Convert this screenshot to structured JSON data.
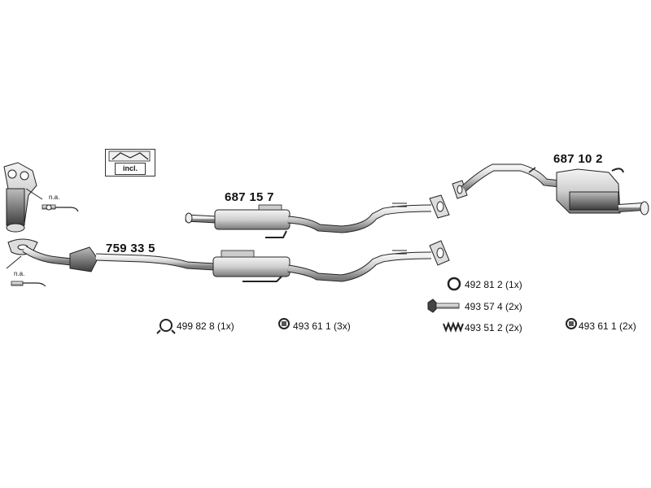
{
  "parts": {
    "front_muffler": "687 15 7",
    "catalytic_pipe": "759 33 5",
    "rear_silencer": "687 10 2"
  },
  "notes": {
    "incl": "incl.",
    "na_top": "n.a.",
    "na_bottom": "n.a."
  },
  "accessories": [
    {
      "icon": "clamp-icon",
      "text": "499 82 8 (1x)"
    },
    {
      "icon": "rubber-mount-icon",
      "text": "493 61 1 (3x)"
    },
    {
      "icon": "gasket-ring-icon",
      "text": "492 81 2 (1x)"
    },
    {
      "icon": "bolt-icon",
      "text": "493 57 4 (2x)"
    },
    {
      "icon": "spring-icon",
      "text": "493 51 2 (2x)"
    },
    {
      "icon": "rubber-mount-icon",
      "text": "493 61 1 (2x)"
    }
  ],
  "colors": {
    "metal_light": "#d6d6d6",
    "metal_dark": "#555555",
    "outline": "#222222"
  }
}
